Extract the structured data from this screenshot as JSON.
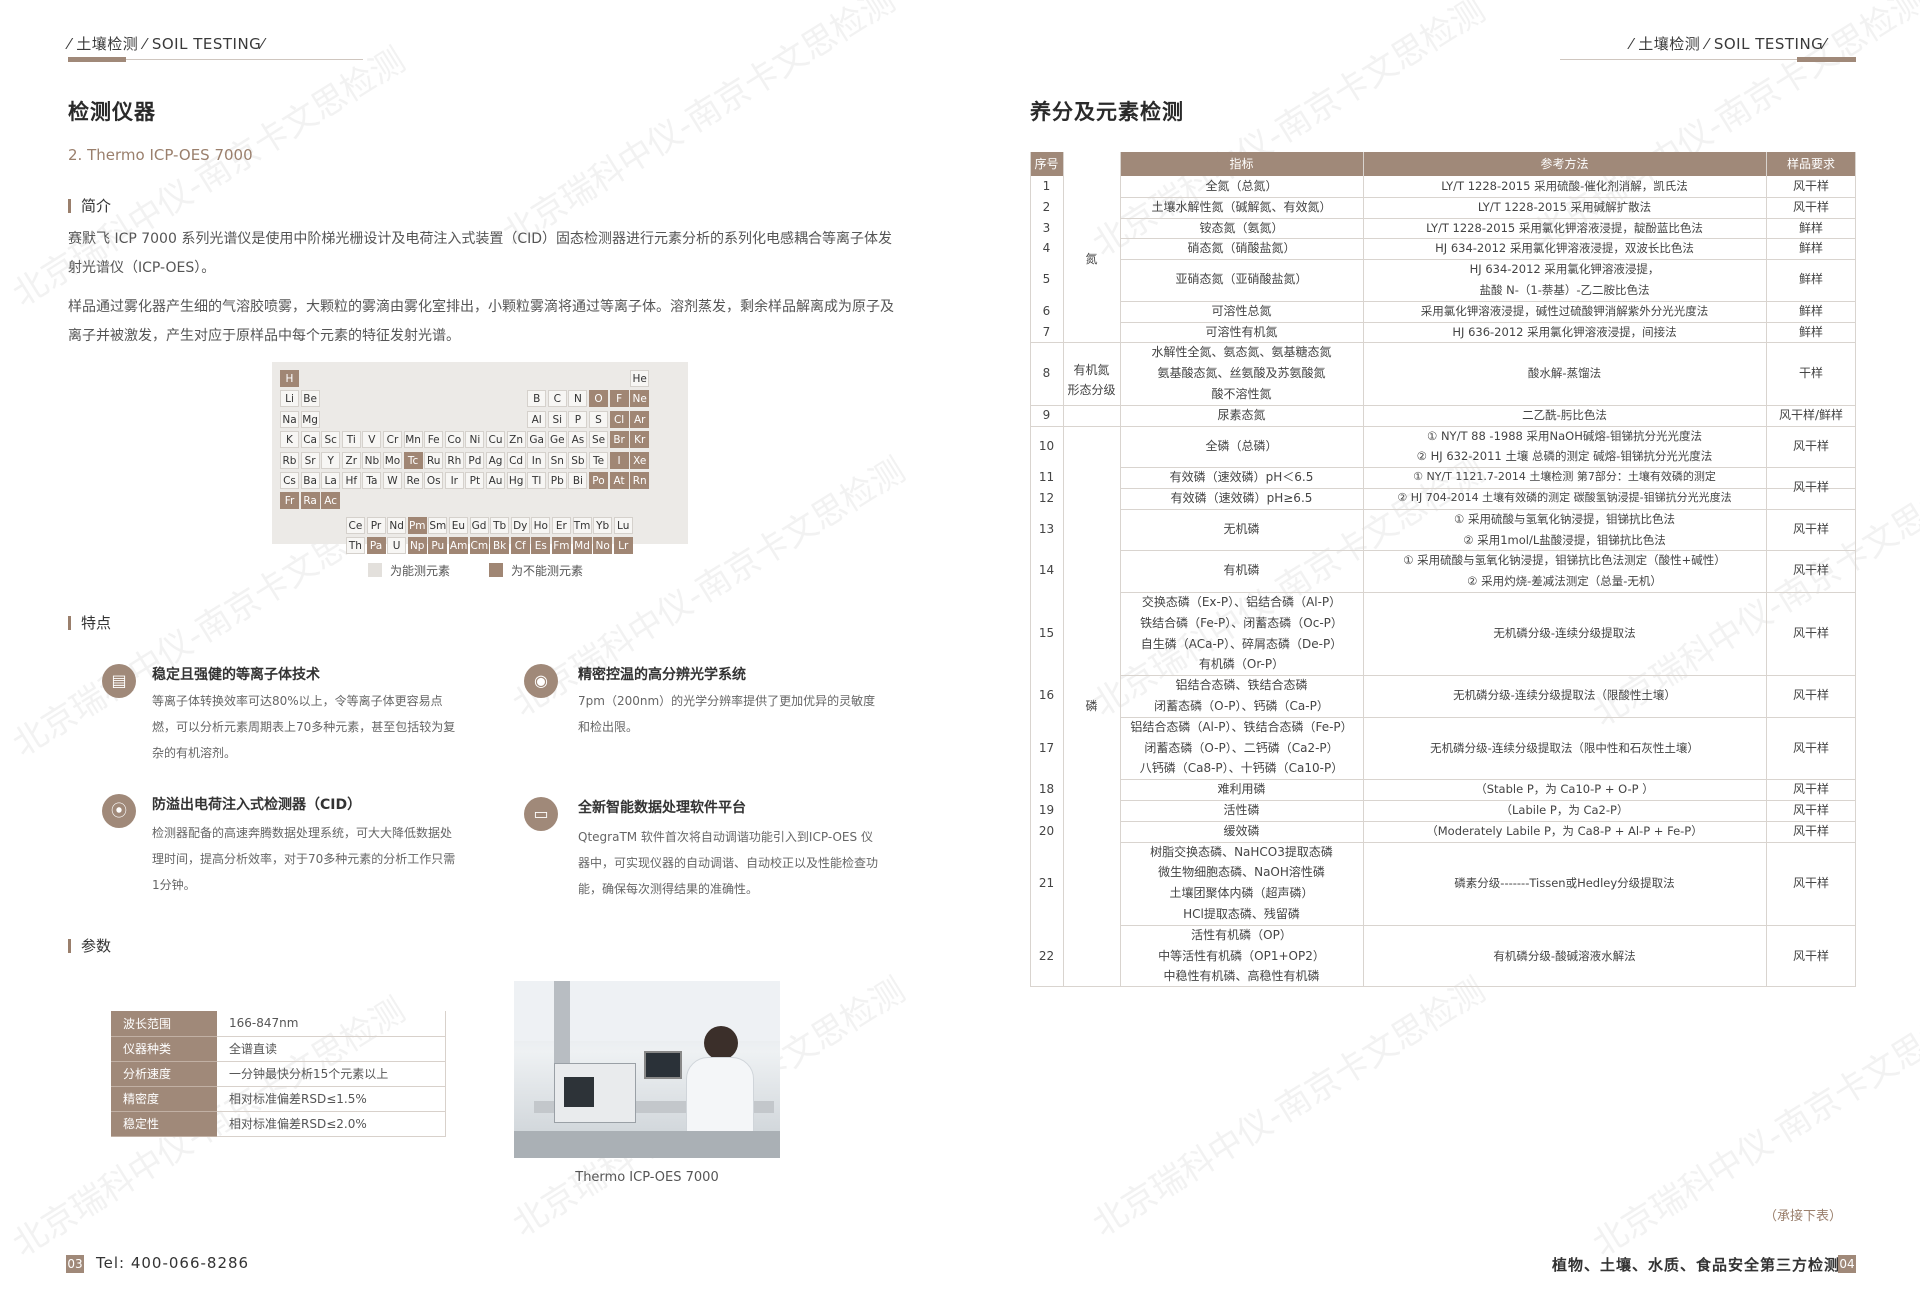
{
  "header_left": {
    "text": "⁄ 土壤检测 ⁄ SOIL TESTING⁄"
  },
  "header_right": {
    "text": "⁄ 土壤检测 ⁄ SOIL TESTING⁄"
  },
  "left": {
    "title": "检测仪器",
    "subtitle": "2. Thermo ICP-OES 7000",
    "intro_heading": "简介",
    "intro_p1": "赛默飞 ICP 7000 系列光谱仪是使用中阶梯光栅设计及电荷注入式装置（CID）固态检测器进行元素分析的系列化电感耦合等离子体发射光谱仪（ICP-OES）。",
    "intro_p2": "样品通过雾化器产生细的气溶胶喷雾，大颗粒的雾滴由雾化室排出，小颗粒雾滴将通过等离子体。溶剂蒸发，剩余样品解离成为原子及离子并被激发，产生对应于原样品中每个元素的特征发射光谱。",
    "legend_measurable": "为能测元素",
    "legend_unmeasurable": "为不能测元素",
    "features_heading": "特点",
    "features": [
      {
        "title": "稳定且强健的等离子体技术",
        "desc": "等离子体转换效率可达80%以上，令等离子体更容易点燃，可以分析元素周期表上70多种元素，甚至包括较为复杂的有机溶剂。"
      },
      {
        "title": "精密控温的高分辨光学系统",
        "desc": "7pm（200nm）的光学分辨率提供了更加优异的灵敏度和检出限。"
      },
      {
        "title": "防溢出电荷注入式检测器（CID）",
        "desc": "检测器配备的高速奔腾数据处理系统，可大大降低数据处理时间，提高分析效率，对于70多种元素的分析工作只需1分钟。"
      },
      {
        "title": "全新智能数据处理软件平台",
        "desc": "QtegraTM 软件首次将自动调谐功能引入到ICP-OES 仪器中，可实现仪器的自动调谐、自动校正以及性能检查功能，确保每次测得结果的准确性。"
      }
    ],
    "params_heading": "参数",
    "params": [
      {
        "k": "波长范围",
        "v": "166-847nm"
      },
      {
        "k": "仪器种类",
        "v": "全谱直读"
      },
      {
        "k": "分析速度",
        "v": "一分钟最快分析15个元素以上"
      },
      {
        "k": "精密度",
        "v": "相对标准偏差RSD≤1.5%"
      },
      {
        "k": "稳定性",
        "v": "相对标准偏差RSD≤2.0%"
      }
    ],
    "photo_caption": "Thermo ICP-OES 7000",
    "page_no": "03",
    "tel": "Tel: 400-066-8286"
  },
  "right": {
    "title": "养分及元素检测",
    "headers": [
      "序号",
      "指标",
      "参考方法",
      "样品要求"
    ],
    "groups": {
      "n": "氮",
      "org": "有机氮\n形态分级",
      "p": "磷"
    },
    "rows": [
      {
        "no": "1",
        "ind": [
          "全氮（总氮）"
        ],
        "method": [
          "LY/T 1228-2015 采用硫酸-催化剂消解，凯氏法"
        ],
        "req": "风干样"
      },
      {
        "no": "2",
        "ind": [
          "土壤水解性氮（碱解氮、有效氮）"
        ],
        "method": [
          "LY/T 1228-2015 采用碱解扩散法"
        ],
        "req": "风干样"
      },
      {
        "no": "3",
        "ind": [
          "铵态氮（氨氮）"
        ],
        "method": [
          "LY/T 1228-2015 采用氯化钾溶液浸提，靛酚蓝比色法"
        ],
        "req": "鲜样"
      },
      {
        "no": "4",
        "ind": [
          "硝态氮（硝酸盐氮）"
        ],
        "method": [
          "HJ 634-2012 采用氯化钾溶液浸提，双波长比色法"
        ],
        "req": "鲜样"
      },
      {
        "no": "5",
        "ind": [
          "亚硝态氮（亚硝酸盐氮）"
        ],
        "method": [
          "HJ 634-2012 采用氯化钾溶液浸提，",
          "盐酸 N-（1-萘基）-乙二胺比色法"
        ],
        "req": "鲜样"
      },
      {
        "no": "6",
        "ind": [
          "可溶性总氮"
        ],
        "method": [
          "采用氯化钾溶液浸提，碱性过硫酸钾消解紫外分光光度法"
        ],
        "req": "鲜样"
      },
      {
        "no": "7",
        "ind": [
          "可溶性有机氮"
        ],
        "method": [
          "HJ 636-2012 采用氯化钾溶液浸提，间接法"
        ],
        "req": "鲜样"
      },
      {
        "no": "8",
        "ind": [
          "水解性全氮、氨态氮、氨基糖态氮",
          "氨基酸态氮、丝氨酸及苏氨酸氮",
          "酸不溶性氮"
        ],
        "method": [
          "酸水解-蒸馏法"
        ],
        "req": "干样"
      },
      {
        "no": "9",
        "ind": [
          "尿素态氮"
        ],
        "method": [
          "二乙酰-肟比色法"
        ],
        "req": "风干样/鲜样"
      },
      {
        "no": "10",
        "ind": [
          "全磷（总磷）"
        ],
        "method": [
          "① NY/T 88 -1988 采用NaOH碱熔-钼锑抗分光光度法",
          "② HJ 632-2011 土壤 总磷的测定 碱熔-钼锑抗分光光度法"
        ],
        "req": "风干样"
      },
      {
        "no": "11",
        "ind": [
          "有效磷（速效磷）pH＜6.5"
        ],
        "method": [],
        "req": ""
      },
      {
        "no": "12",
        "ind": [
          "有效磷（速效磷）pH≥6.5"
        ],
        "method": [],
        "req": ""
      },
      {
        "no": "13",
        "ind": [
          "无机磷"
        ],
        "method": [
          "① 采用硫酸与氢氧化钠浸提，钼锑抗比色法",
          "② 采用1mol/L盐酸浸提，钼锑抗比色法"
        ],
        "req": "风干样"
      },
      {
        "no": "14",
        "ind": [
          "有机磷"
        ],
        "method": [
          "① 采用硫酸与氢氧化钠浸提，钼锑抗比色法测定（酸性+碱性）",
          "② 采用灼烧-差减法测定（总量-无机）"
        ],
        "req": "风干样"
      },
      {
        "no": "15",
        "ind": [
          "交换态磷（Ex-P）、铝结合磷（Al-P）",
          "铁结合磷（Fe-P）、闭蓄态磷（Oc-P）",
          "自生磷（ACa-P）、碎屑态磷（De-P）",
          "有机磷（Or-P）"
        ],
        "method": [
          "无机磷分级-连续分级提取法"
        ],
        "req": "风干样"
      },
      {
        "no": "16",
        "ind": [
          "铝结合态磷、铁结合态磷",
          "闭蓄态磷（O-P）、钙磷（Ca-P）"
        ],
        "method": [
          "无机磷分级-连续分级提取法（限酸性土壤）"
        ],
        "req": "风干样"
      },
      {
        "no": "17",
        "ind": [
          "铝结合态磷（Al-P）、铁结合态磷（Fe-P）",
          "闭蓄态磷（O-P）、二钙磷（Ca2-P）",
          "八钙磷（Ca8-P）、十钙磷（Ca10-P）"
        ],
        "method": [
          "无机磷分级-连续分级提取法（限中性和石灰性土壤）"
        ],
        "req": "风干样"
      },
      {
        "no": "18",
        "ind": [
          "难利用磷"
        ],
        "method": [
          "（Stable P，为 Ca10-P + O-P ）"
        ],
        "req": "风干样"
      },
      {
        "no": "19",
        "ind": [
          "活性磷"
        ],
        "method": [
          "（Labile P，为 Ca2-P）"
        ],
        "req": "风干样"
      },
      {
        "no": "20",
        "ind": [
          "缓效磷"
        ],
        "method": [
          "（Moderately Labile P，为 Ca8-P + Al-P + Fe-P）"
        ],
        "req": "风干样"
      },
      {
        "no": "21",
        "ind": [
          "树脂交换态磷、NaHCO3提取态磷",
          "微生物细胞态磷、NaOH溶性磷",
          "土壤团聚体内磷（超声磷）",
          "HCl提取态磷、残留磷"
        ],
        "method": [
          "磷素分级-------Tissen或Hedley分级提取法"
        ],
        "req": "风干样"
      },
      {
        "no": "22",
        "ind": [
          "活性有机磷（OP）",
          "中等活性有机磷（OP1+OP2）",
          "中稳性有机磷、高稳性有机磷"
        ],
        "method": [
          "有机磷分级-酸碱溶液水解法"
        ],
        "req": "风干样"
      }
    ],
    "merged_11_12": {
      "method": [
        "① NY/T 1121.7-2014 土壤检测 第7部分：土壤有效磷的测定",
        "② HJ 704-2014 土壤有效磷的测定 碳酸氢钠浸提-钼锑抗分光光度法"
      ],
      "req": "风干样"
    },
    "continued": "（承接下表）",
    "footer_text": "植物、土壤、水质、食品安全第三方检测",
    "page_no": "04"
  },
  "watermark": "北京瑞科中仪-南京卡文思检测",
  "colors": {
    "accent": "#a08979",
    "subtitle": "#9a7f6c"
  }
}
